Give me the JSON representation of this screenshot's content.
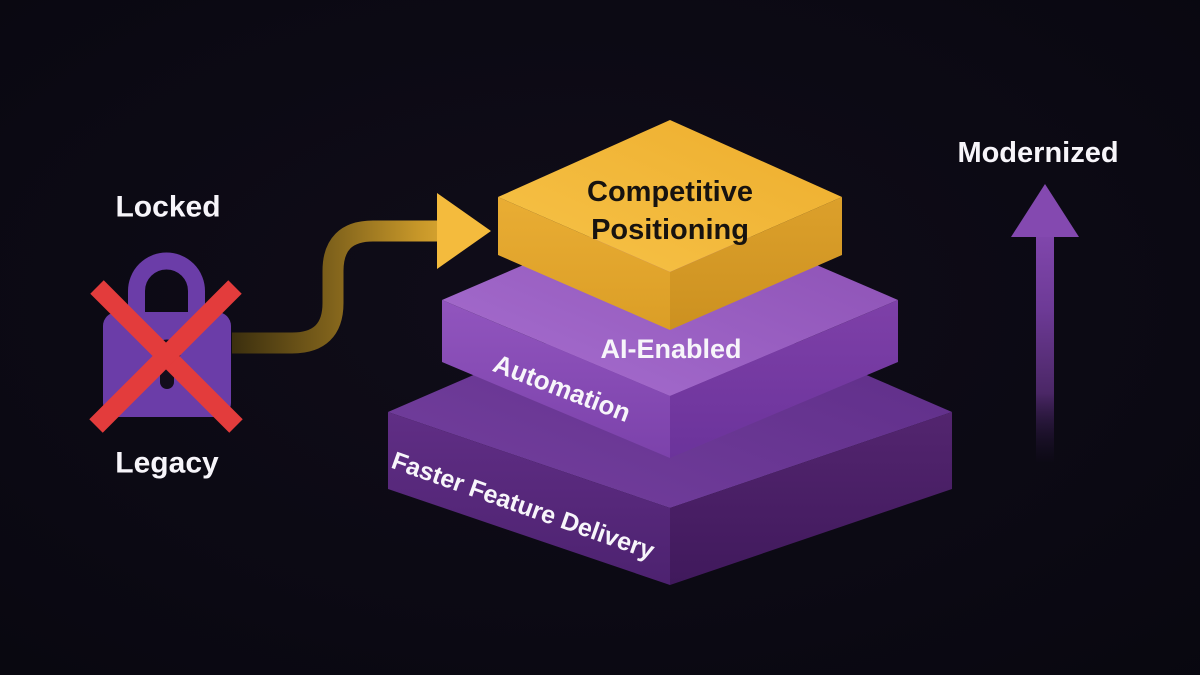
{
  "background_color": "#0a0912",
  "left_annotation": {
    "top_label": "Locked",
    "bottom_label": "Legacy",
    "icon": "padlock-crossed-out-icon",
    "lock_color": "#6b3da8",
    "cross_color": "#e33c3c"
  },
  "transition_arrow": {
    "icon": "curved-right-arrow-icon",
    "color": "#f4bb3d"
  },
  "pyramid": {
    "tiers": [
      {
        "position": "bottom",
        "label": "Faster Feature Delivery",
        "top_color": "#6b3795",
        "left_color": "#5b2b7f",
        "right_color": "#4c2069"
      },
      {
        "position": "middle",
        "label_top_face": "AI-Enabled",
        "label_left_face": "Automation",
        "top_color": "#9a5fc2",
        "left_color": "#8a4eb6",
        "right_color": "#7a3ca4"
      },
      {
        "position": "top",
        "label_line1": "Competitive",
        "label_line2": "Positioning",
        "top_color": "#f2b83a",
        "left_color": "#e4a72f",
        "right_color": "#d89c26"
      }
    ]
  },
  "right_annotation": {
    "label": "Modernized",
    "icon": "up-arrow-icon",
    "arrow_color": "#8348af"
  }
}
